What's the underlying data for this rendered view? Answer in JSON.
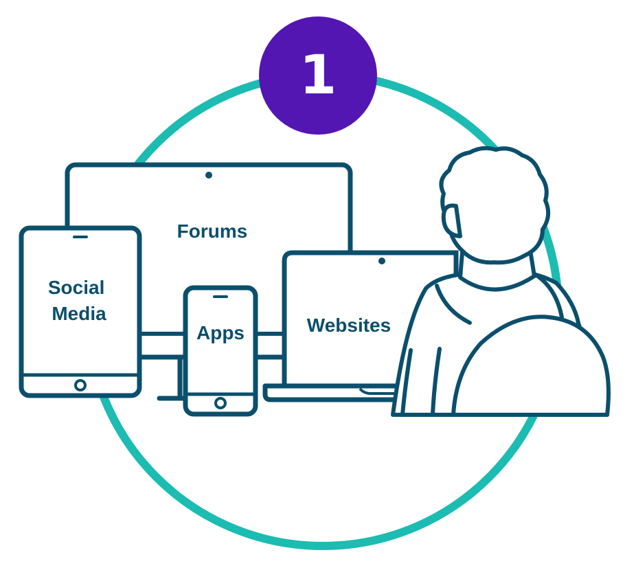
{
  "step_badge": {
    "number": "1",
    "color": "#5316b3"
  },
  "devices": {
    "monitor": {
      "label": "Forums"
    },
    "tablet": {
      "label_line1": "Social",
      "label_line2": "Media"
    },
    "phone": {
      "label": "Apps"
    },
    "laptop": {
      "label": "Websites"
    }
  },
  "colors": {
    "ring": "#1cbcb2",
    "outline": "#0b4f6c",
    "badge": "#5316b3",
    "background": "#ffffff"
  },
  "icons": [
    "desktop-monitor",
    "tablet",
    "smartphone",
    "laptop",
    "person-seen-from-behind"
  ]
}
